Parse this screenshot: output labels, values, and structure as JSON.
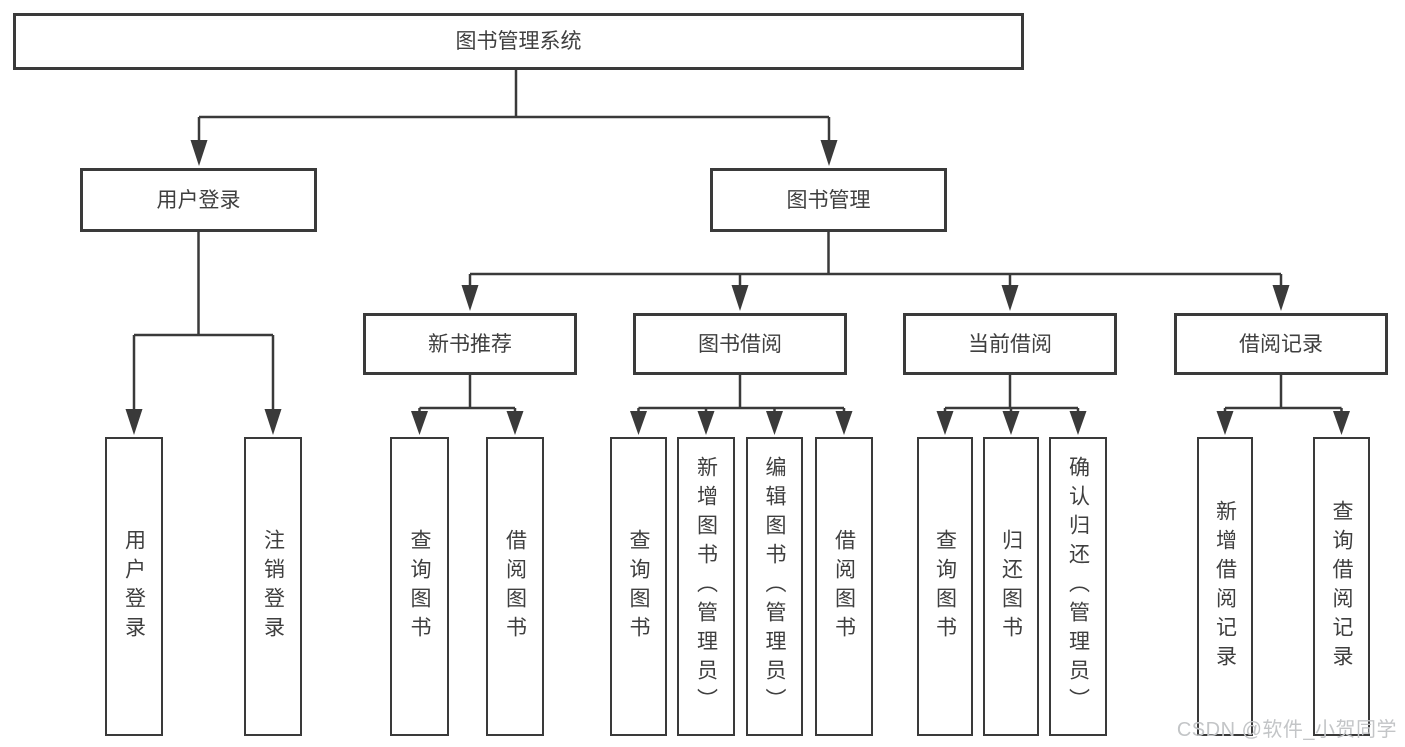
{
  "diagram": {
    "root": {
      "label": "图书管理系统"
    },
    "branches": {
      "user_login": {
        "label": "用户登录",
        "children": {
          "login": {
            "label": "用户登录"
          },
          "logout": {
            "label": "注销登录"
          }
        }
      },
      "book_mgmt": {
        "label": "图书管理",
        "children": {
          "new_book": {
            "label": "新书推荐",
            "children": {
              "query": {
                "label": "查询图书"
              },
              "borrow": {
                "label": "借阅图书"
              }
            }
          },
          "book_borrow": {
            "label": "图书借阅",
            "children": {
              "query": {
                "label": "查询图书"
              },
              "add": {
                "label": "新增图书（管理员）"
              },
              "edit": {
                "label": "编辑图书（管理员）"
              },
              "borrow": {
                "label": "借阅图书"
              }
            }
          },
          "current_borrow": {
            "label": "当前借阅",
            "children": {
              "query": {
                "label": "查询图书"
              },
              "return": {
                "label": "归还图书"
              },
              "confirm": {
                "label": "确认归还（管理员）"
              }
            }
          },
          "borrow_records": {
            "label": "借阅记录",
            "children": {
              "add": {
                "label": "新增借阅记录"
              },
              "query": {
                "label": "查询借阅记录"
              }
            }
          }
        }
      }
    }
  },
  "watermark": {
    "text": "CSDN @软件_小贺同学"
  },
  "colors": {
    "line": "#3a3a3a",
    "box_border": "#3a3a3a",
    "text": "#3f3f3f",
    "watermark": "#c3c5c7",
    "background": "#ffffff"
  }
}
